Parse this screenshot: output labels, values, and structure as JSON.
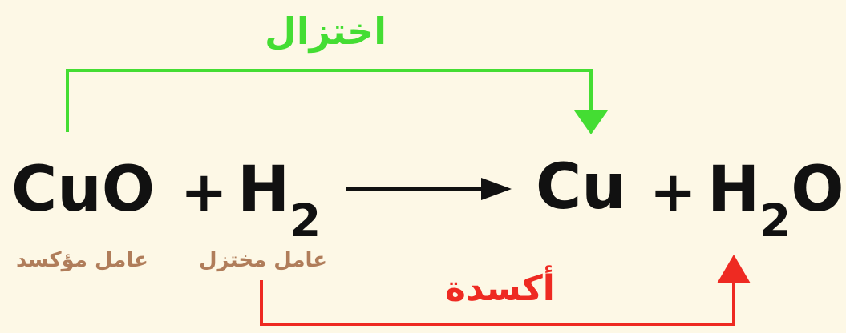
{
  "reaction": {
    "reactant_1": "CuO",
    "plus_1": "+",
    "reactant_2_element": "H",
    "reactant_2_subscript": "2",
    "product_1": "Cu",
    "plus_2": "+",
    "product_2_element": "H",
    "product_2_subscript": "2",
    "product_2_tail": "O"
  },
  "labels": {
    "reduction": "اختزال",
    "oxidation": "أكسدة",
    "oxidizing_agent": "عامل مؤكسد",
    "reducing_agent": "عامل مختزل"
  },
  "colors": {
    "background": "#fdf8e6",
    "reduction": "#44dd33",
    "oxidation": "#ee2a22",
    "agent_text": "#b07d5a",
    "formula": "#111111"
  }
}
